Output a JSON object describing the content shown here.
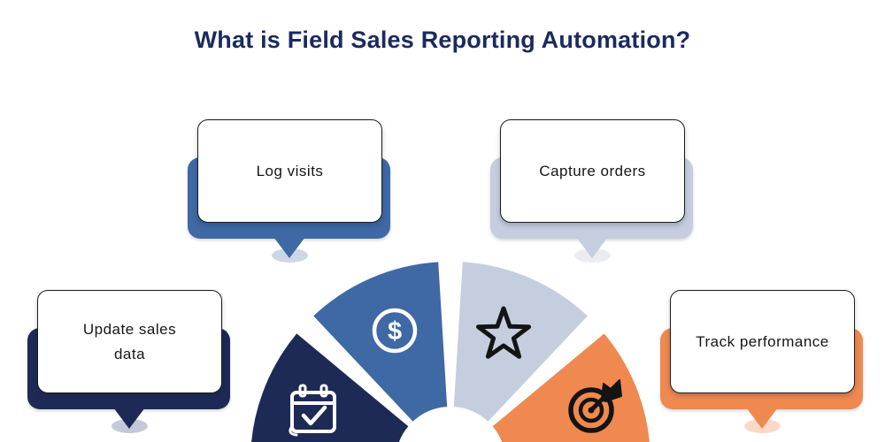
{
  "title": {
    "text": "What is Field Sales Reporting Automation?",
    "color": "#1b2a5e"
  },
  "callouts": [
    {
      "label": "Log visits",
      "accent_color": "#3e69a4",
      "ellipse_color": "#ccd7e6"
    },
    {
      "label": "Capture orders",
      "accent_color": "#c5cede",
      "ellipse_color": "#eaecf2"
    },
    {
      "label": "Update sales\ndata",
      "accent_color": "#1e2a56",
      "ellipse_color": "#c3c9d8"
    },
    {
      "label": "Track performance",
      "accent_color": "#ef8950",
      "ellipse_color": "#fcd9c6"
    }
  ],
  "fan": {
    "segments": [
      {
        "name": "log-visits-segment",
        "color": "#1e2a56",
        "icon": "calendar-check-icon",
        "icon_color": "#ffffff"
      },
      {
        "name": "capture-orders-segment",
        "color": "#3e69a4",
        "icon": "dollar-coin-icon",
        "icon_color": "#ffffff"
      },
      {
        "name": "update-sales-segment",
        "color": "#c5cede",
        "icon": "star-icon",
        "icon_color": "#141414"
      },
      {
        "name": "track-performance-segment",
        "color": "#ef8950",
        "icon": "target-dart-icon",
        "icon_color": "#141414"
      }
    ],
    "dollar_glyph": "$"
  }
}
